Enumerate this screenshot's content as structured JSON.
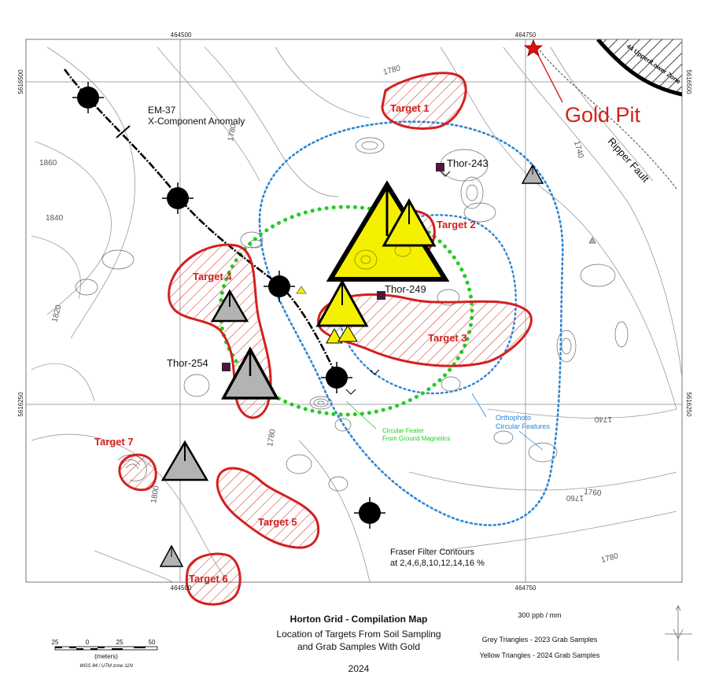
{
  "title": {
    "main": "Horton Grid - Compilation Map",
    "line1": "Location of Targets From Soil Sampling",
    "line2": "and Grab Samples With Gold",
    "year": "2024"
  },
  "grid_labels": {
    "top_x1": "464500",
    "top_x2": "464750",
    "bottom_x1": "464500",
    "bottom_x2": "464750",
    "left_y1": "5616500",
    "left_y2": "5616250",
    "right_y1": "5616500",
    "right_y2": "5616250"
  },
  "targets": [
    "Target 1",
    "Target 2",
    "Target 3",
    "Target 4",
    "Target 5",
    "Target 6",
    "Target 7"
  ],
  "drill_holes": [
    "Thor-243",
    "Thor-249",
    "Thor-254"
  ],
  "annotations": {
    "gold_pit": "Gold Pit",
    "ripper_fault": "Ripper Fault",
    "zone": "44 Upper/Lower Zone",
    "em_line1": "EM-37",
    "em_line2": "X-Component Anomaly",
    "ortho_line1": "Orthophoto",
    "ortho_line2": "Circular Features",
    "mag_line1": "Circular Feater",
    "mag_line2": "From Ground Magnetics",
    "fraser_line1": "Fraser Filter Contours",
    "fraser_line2": "at 2,4,6,8,10,12,14,16 %"
  },
  "contour_labels": [
    "1780",
    "1740",
    "1860",
    "1840",
    "1820",
    "1800",
    "1780",
    "1760",
    "1740",
    "1780",
    "1760",
    "1780"
  ],
  "legend": {
    "scale_text": "300 ppb / mm",
    "grey": "Grey Triangles - 2023 Grab Samples",
    "yellow": "Yellow Triangles - 2024 Grab Samples"
  },
  "scale_bar": {
    "ticks": [
      "25",
      "0",
      "25",
      "50"
    ],
    "unit": "(meters)",
    "crs": "WGS 84 / UTM zone 11N"
  },
  "colors": {
    "target": "#d42020",
    "ortho": "#2e86d4",
    "magnetic": "#22cc22",
    "yellow_tri": "#f5f000",
    "grey_tri": "#b3b3b3",
    "drill": "#4a1a3a"
  }
}
